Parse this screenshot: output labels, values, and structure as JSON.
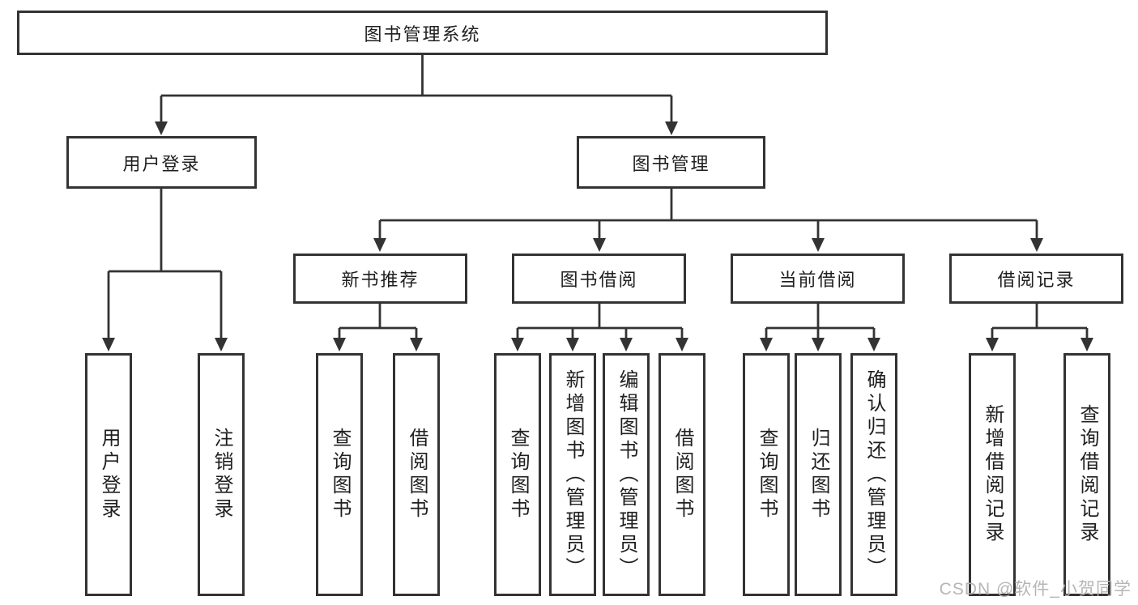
{
  "diagram": {
    "title": "图书管理系统",
    "branches": [
      {
        "label": "用户登录",
        "children": [
          {
            "label": "用户登录"
          },
          {
            "label": "注销登录"
          }
        ]
      },
      {
        "label": "图书管理",
        "modules": [
          {
            "label": "新书推荐",
            "children": [
              {
                "label": "查询图书"
              },
              {
                "label": "借阅图书"
              }
            ]
          },
          {
            "label": "图书借阅",
            "children": [
              {
                "label": "查询图书"
              },
              {
                "label": "新增图书（管理员）"
              },
              {
                "label": "编辑图书（管理员）"
              },
              {
                "label": "借阅图书"
              }
            ]
          },
          {
            "label": "当前借阅",
            "children": [
              {
                "label": "查询图书"
              },
              {
                "label": "归还图书"
              },
              {
                "label": "确认归还（管理员）"
              }
            ]
          },
          {
            "label": "借阅记录",
            "children": [
              {
                "label": "新增借阅记录"
              },
              {
                "label": "查询借阅记录"
              }
            ]
          }
        ]
      }
    ]
  },
  "watermark": {
    "text": "CSDN @软件_小贺同学"
  },
  "colors": {
    "line": "#333333",
    "box_background": "#ffffff",
    "watermark": "#b2b2b2"
  }
}
